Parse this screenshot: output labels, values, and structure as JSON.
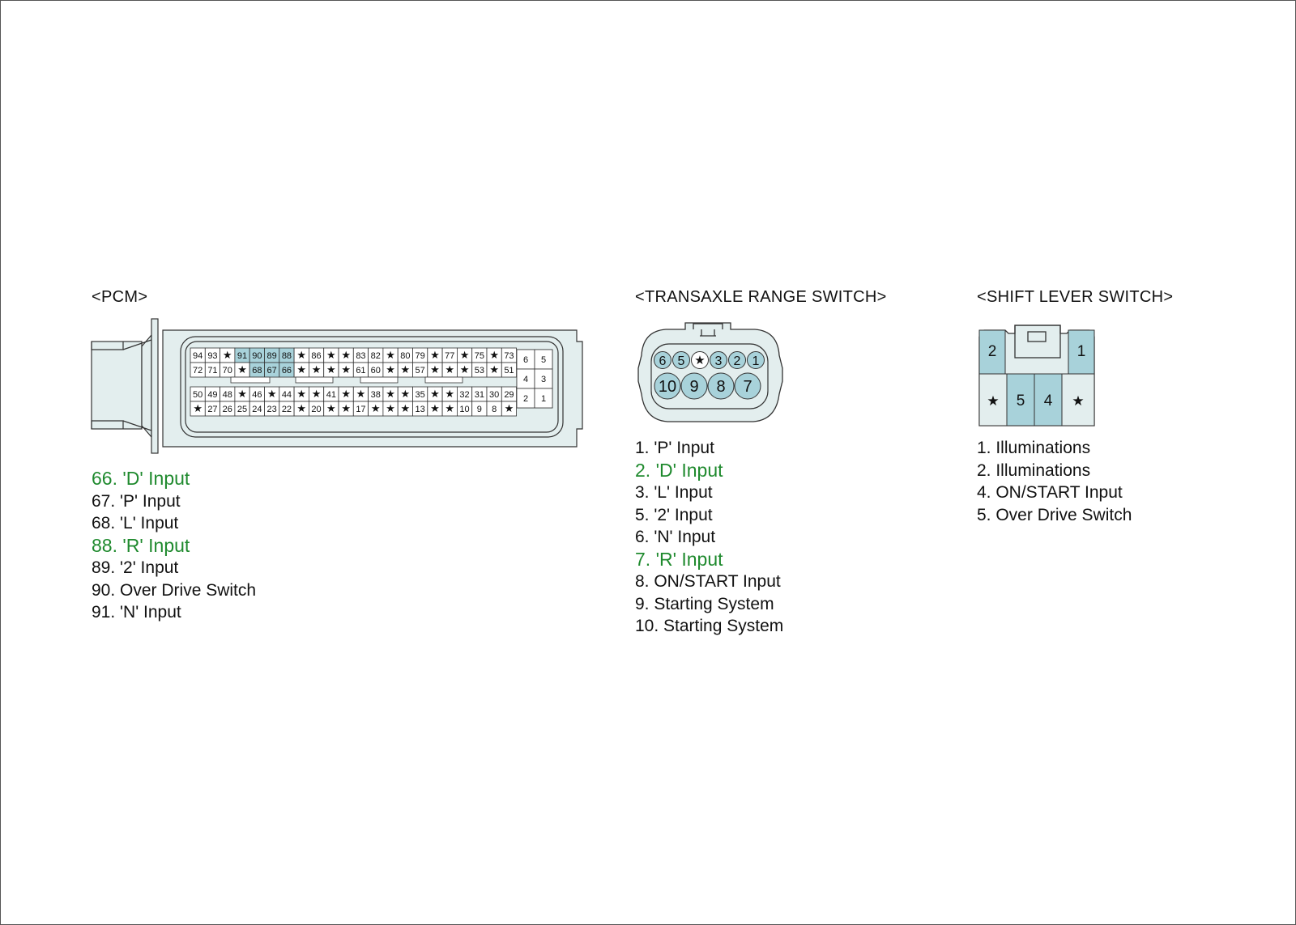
{
  "colors": {
    "highlight": "#a8d2da",
    "body": "#e3eeee",
    "stroke": "#333333",
    "legend_highlight": "#1f8a2e"
  },
  "pcm": {
    "title": "<PCM>",
    "rows": [
      [
        "94",
        "93",
        "★",
        "91",
        "90",
        "89",
        "88",
        "★",
        "86",
        "★",
        "★",
        "83",
        "82",
        "★",
        "80",
        "79",
        "★",
        "77",
        "★",
        "75",
        "★",
        "73"
      ],
      [
        "72",
        "71",
        "70",
        "★",
        "68",
        "67",
        "66",
        "★",
        "★",
        "★",
        "★",
        "61",
        "60",
        "★",
        "★",
        "57",
        "★",
        "★",
        "★",
        "53",
        "★",
        "51"
      ],
      [
        "50",
        "49",
        "48",
        "★",
        "46",
        "★",
        "44",
        "★",
        "★",
        "41",
        "★",
        "★",
        "38",
        "★",
        "★",
        "35",
        "★",
        "★",
        "32",
        "31",
        "30",
        "29"
      ],
      [
        "★",
        "27",
        "26",
        "25",
        "24",
        "23",
        "22",
        "★",
        "20",
        "★",
        "★",
        "17",
        "★",
        "★",
        "★",
        "13",
        "★",
        "★",
        "10",
        "9",
        "8",
        "★"
      ]
    ],
    "highlighted": [
      "91",
      "90",
      "89",
      "88",
      "68",
      "67",
      "66"
    ],
    "small_block": [
      [
        "6",
        "5"
      ],
      [
        "4",
        "3"
      ],
      [
        "2",
        "1"
      ]
    ],
    "legend": [
      {
        "text": "66. 'D' Input",
        "highlight": true
      },
      {
        "text": "67. 'P' Input",
        "highlight": false
      },
      {
        "text": "68. 'L' Input",
        "highlight": false
      },
      {
        "text": "88. 'R' Input",
        "highlight": true
      },
      {
        "text": "89. '2' Input",
        "highlight": false
      },
      {
        "text": "90. Over Drive Switch",
        "highlight": false
      },
      {
        "text": "91. 'N' Input",
        "highlight": false
      }
    ]
  },
  "transaxle": {
    "title": "<TRANSAXLE RANGE SWITCH>",
    "top_row": [
      "6",
      "5",
      "★",
      "3",
      "2",
      "1"
    ],
    "bottom_row": [
      "10",
      "9",
      "8",
      "7"
    ],
    "legend": [
      {
        "text": "1. 'P' Input",
        "highlight": false
      },
      {
        "text": "2. 'D' Input",
        "highlight": true
      },
      {
        "text": "3. 'L' Input",
        "highlight": false
      },
      {
        "text": "5. '2' Input",
        "highlight": false
      },
      {
        "text": "6. 'N' Input",
        "highlight": false
      },
      {
        "text": "7. 'R' Input",
        "highlight": true
      },
      {
        "text": "8. ON/START Input",
        "highlight": false
      },
      {
        "text": "9. Starting System",
        "highlight": false
      },
      {
        "text": "10. Starting System",
        "highlight": false
      }
    ]
  },
  "shift_lever": {
    "title": "<SHIFT LEVER SWITCH>",
    "top_row": [
      "2",
      "1"
    ],
    "bottom_row": [
      "★",
      "5",
      "4",
      "★"
    ],
    "legend": [
      {
        "text": "1. Illuminations",
        "highlight": false
      },
      {
        "text": "2. Illuminations",
        "highlight": false
      },
      {
        "text": "4. ON/START Input",
        "highlight": false
      },
      {
        "text": "5. Over Drive Switch",
        "highlight": false
      }
    ]
  }
}
